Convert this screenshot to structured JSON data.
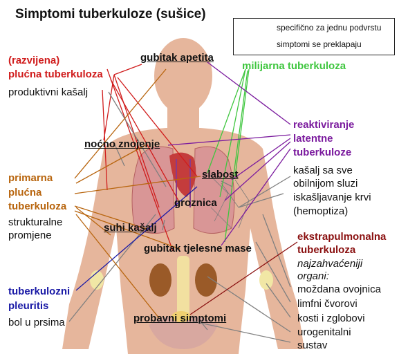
{
  "title": "Simptomi tuberkuloze (sušice)",
  "legend": {
    "specific": "specifično za jednu podvrstu",
    "overlap": "simptomi se preklapaju"
  },
  "colors": {
    "pulmonary": "#d01c1c",
    "miliary": "#3fc63f",
    "reactivated": "#7b1b9e",
    "primary": "#b8650e",
    "pleuritis": "#1a1aa6",
    "extrapulmonary": "#8a1010",
    "specific_line": "#808080",
    "skin": "#e6b69c"
  },
  "groups": {
    "pulmonary": [
      "(razvijena)",
      "plućna tuberkuloza"
    ],
    "pulmonary_symptom": "produktivni kašalj",
    "miliary": "milijarna tuberkuloza",
    "reactivated": [
      "reaktiviranje",
      "latentne",
      "tuberkuloze"
    ],
    "reactivated_symptoms": [
      "kašalj sa sve",
      "obilnijom sluzi",
      "iskašljavanje krvi",
      "(hemoptiza)"
    ],
    "primary": [
      "primarna",
      "plućna",
      "tuberkuloza"
    ],
    "primary_symptoms": [
      "strukturalne",
      "promjene"
    ],
    "pleuritis": [
      "tuberkulozni",
      "pleuritis"
    ],
    "pleuritis_symptom": "bol u prsima",
    "extrapulmonary": [
      "ekstrapulmonalna",
      "tuberkuloza"
    ],
    "extrapulmonary_note": [
      "najzahvaćeniji",
      "organi:"
    ],
    "organs": [
      "moždana ovojnica",
      "limfni čvorovi",
      "kosti i zglobovi",
      "urogenitalni",
      "sustav"
    ]
  },
  "symptoms": {
    "appetite": "gubitak apetita",
    "night_sweats": "noćno znojenje",
    "weakness": "slabost",
    "fever": "groznica",
    "dry_cough": "suhi kašalj",
    "weight_loss": "gubitak tjelesne mase",
    "digestive": "probavni simptomi"
  }
}
